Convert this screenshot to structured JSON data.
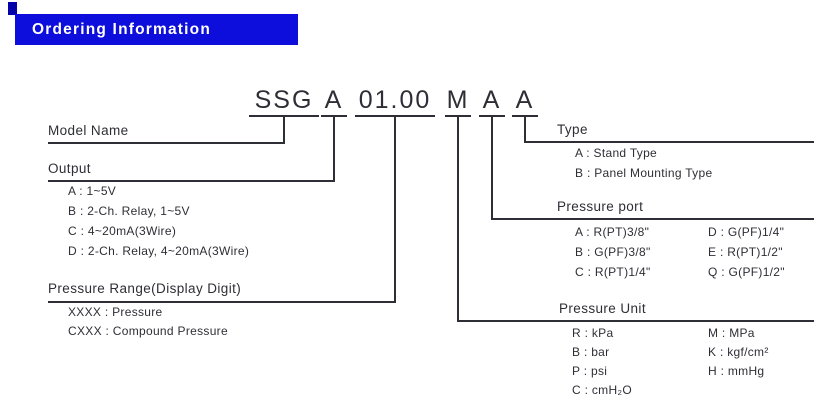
{
  "colors": {
    "banner_blue": "#0d0ddc",
    "corner_navy": "#0202a8",
    "ink": "#2e2e36"
  },
  "header": {
    "title": "Ordering Information"
  },
  "model_code": {
    "segments": [
      "SSG",
      "A",
      "01.00",
      "M",
      "A",
      "A"
    ]
  },
  "sections": {
    "model_name": {
      "label": "Model Name"
    },
    "output": {
      "label": "Output",
      "items": [
        "A : 1~5V",
        "B : 2-Ch. Relay, 1~5V",
        "C : 4~20mA(3Wire)",
        "D : 2-Ch. Relay, 4~20mA(3Wire)"
      ]
    },
    "pressure_range": {
      "label": "Pressure Range(Display Digit)",
      "items": [
        "XXXX : Pressure",
        "CXXX : Compound Pressure"
      ]
    },
    "type": {
      "label": "Type",
      "items": [
        "A : Stand Type",
        "B : Panel Mounting Type"
      ]
    },
    "pressure_port": {
      "label": "Pressure port",
      "col1": [
        "A : R(PT)3/8\"",
        "B : G(PF)3/8\"",
        "C : R(PT)1/4\""
      ],
      "col2": [
        "D : G(PF)1/4\"",
        "E : R(PT)1/2\"",
        "Q : G(PF)1/2\""
      ]
    },
    "pressure_unit": {
      "label": "Pressure Unit",
      "col1": [
        "R : kPa",
        "B : bar",
        "P : psi",
        "C : cmH₂O"
      ],
      "col2": [
        "M : MPa",
        "K : kgf/cm²",
        "H : mmHg"
      ]
    }
  }
}
